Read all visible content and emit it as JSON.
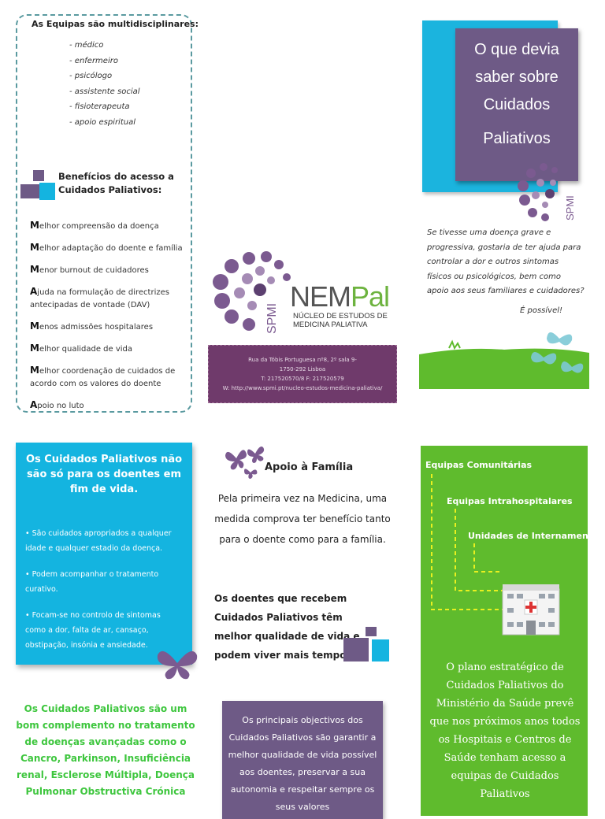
{
  "teams": {
    "title": "As Equipas são multidisciplinares:",
    "items": [
      "- médico",
      "- enfermeiro",
      "- psicólogo",
      "- assistente social",
      "- fisioterapeuta",
      "- apoio espiritual"
    ]
  },
  "benefits": {
    "title": "Benefícios do acesso a Cuidados Paliativos:",
    "items": [
      "Melhor compreensão da doença",
      "Melhor adaptação do doente e família",
      "Menor burnout de cuidadores",
      "Ajuda na formulação de directrizes antecipadas de vontade (DAV)",
      "Menos admissões hospitalares",
      "Melhor qualidade de vida",
      "Melhor coordenação de cuidados de acordo com os valores do doente",
      "Apoio no luto"
    ]
  },
  "logo": {
    "spmi": "SPMI",
    "name_ne": "NEM",
    "name_pal": "Pal",
    "sub1": "NÚCLEO DE ESTUDOS DE",
    "sub2": "MEDICINA PALIATIVA"
  },
  "contact": {
    "address1": "Rua da Tóbis Portuguesa nº8, 2º sala 9-",
    "address2": "1750-292 Lisboa",
    "phone": "T: 217520570/8  F: 217520579",
    "web": "W: http://www.spmi.pt/nucleo-estudos-medicina-paliativa/"
  },
  "cover": {
    "title_lines": [
      "O que devia",
      "saber sobre",
      "Cuidados",
      "Paliativos"
    ],
    "spmi": "SPMI",
    "intro": "Se tivesse uma doença grave e progressiva, gostaria de ter ajuda para controlar a dor e outros sintomas físicos ou psicológicos, bem como apoio aos seus familiares e cuidadores?",
    "possible": "É possível!"
  },
  "cyan_panel": {
    "title": "Os Cuidados Paliativos não são só para os doentes em fim de vida.",
    "items": [
      "• São cuidados apropriados a qualquer idade e qualquer estadio da doença.",
      "• Podem acompanhar o tratamento curativo.",
      "• Focam-se no controlo de sintomas como a dor, falta de ar, cansaço, obstipação, insónia e ansiedade."
    ]
  },
  "complement": "Os Cuidados Paliativos são um bom complemento no tratamento de doenças avançadas como o Cancro, Parkinson, Insuficiência renal, Esclerose Múltipla, Doença Pulmonar Obstructiva Crónica",
  "family": {
    "title": "Apoio à Família",
    "text": "Pela primeira vez na Medicina, uma medida comprova ter benefício tanto para o doente como para a família.",
    "bold": "Os doentes que recebem Cuidados Paliativos têm melhor qualidade de vida e podem viver mais tempo"
  },
  "objectives": "Os principais objectivos dos Cuidados Paliativos são garantir a melhor qualidade de vida possível aos doentes, preservar a sua autonomia e respeitar sempre os seus valores",
  "green_panel": {
    "team1": "Equipas Comunitárias",
    "team2": "Equipas Intrahospitalares",
    "team3": "Unidades de Internamento",
    "text": "O plano estratégico de Cuidados Paliativos do Ministério da Saúde prevê que nos próximos anos todos os Hospitais e Centros de Saúde tenham acesso a equipas de Cuidados Paliativos"
  },
  "colors": {
    "cyan": "#14b4e0",
    "purple": "#6e5a86",
    "green": "#5fbb2d",
    "bright_green_text": "#3ec63e",
    "dashed_border": "#5a9aa0"
  }
}
